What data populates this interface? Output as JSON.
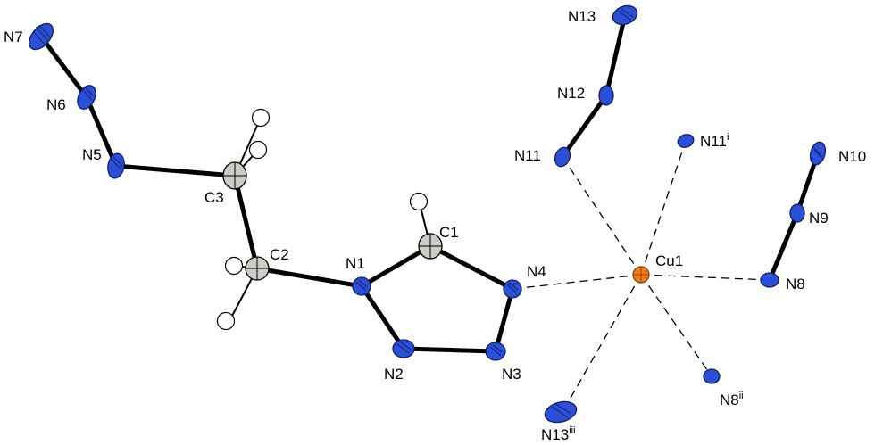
{
  "colors": {
    "nitrogen": "#2b4fd6",
    "nitrogen_dark": "#0d1f66",
    "carbon": "#c9cdc6",
    "copper": "#f07a1a",
    "hydrogen": "#ffffff",
    "bond": "#000000"
  },
  "atoms": [
    {
      "id": "N7",
      "label": "N7",
      "element": "N"
    },
    {
      "id": "N6",
      "label": "N6",
      "element": "N"
    },
    {
      "id": "N5",
      "label": "N5",
      "element": "N"
    },
    {
      "id": "C3",
      "label": "C3",
      "element": "C"
    },
    {
      "id": "C2",
      "label": "C2",
      "element": "C"
    },
    {
      "id": "N1",
      "label": "N1",
      "element": "N"
    },
    {
      "id": "C1",
      "label": "C1",
      "element": "C"
    },
    {
      "id": "N2",
      "label": "N2",
      "element": "N"
    },
    {
      "id": "N3",
      "label": "N3",
      "element": "N"
    },
    {
      "id": "N4",
      "label": "N4",
      "element": "N"
    },
    {
      "id": "Cu1",
      "label": "Cu1",
      "element": "Cu"
    },
    {
      "id": "N11",
      "label": "N11",
      "element": "N"
    },
    {
      "id": "N12",
      "label": "N12",
      "element": "N"
    },
    {
      "id": "N13",
      "label": "N13",
      "element": "N"
    },
    {
      "id": "N11i",
      "label": "N11",
      "sup": "i",
      "element": "N"
    },
    {
      "id": "N8",
      "label": "N8",
      "element": "N"
    },
    {
      "id": "N9",
      "label": "N9",
      "element": "N"
    },
    {
      "id": "N10",
      "label": "N10",
      "element": "N"
    },
    {
      "id": "N8ii",
      "label": "N8",
      "sup": "ii",
      "element": "N"
    },
    {
      "id": "N13iii",
      "label": "N13",
      "sup": "iii",
      "element": "N"
    }
  ]
}
